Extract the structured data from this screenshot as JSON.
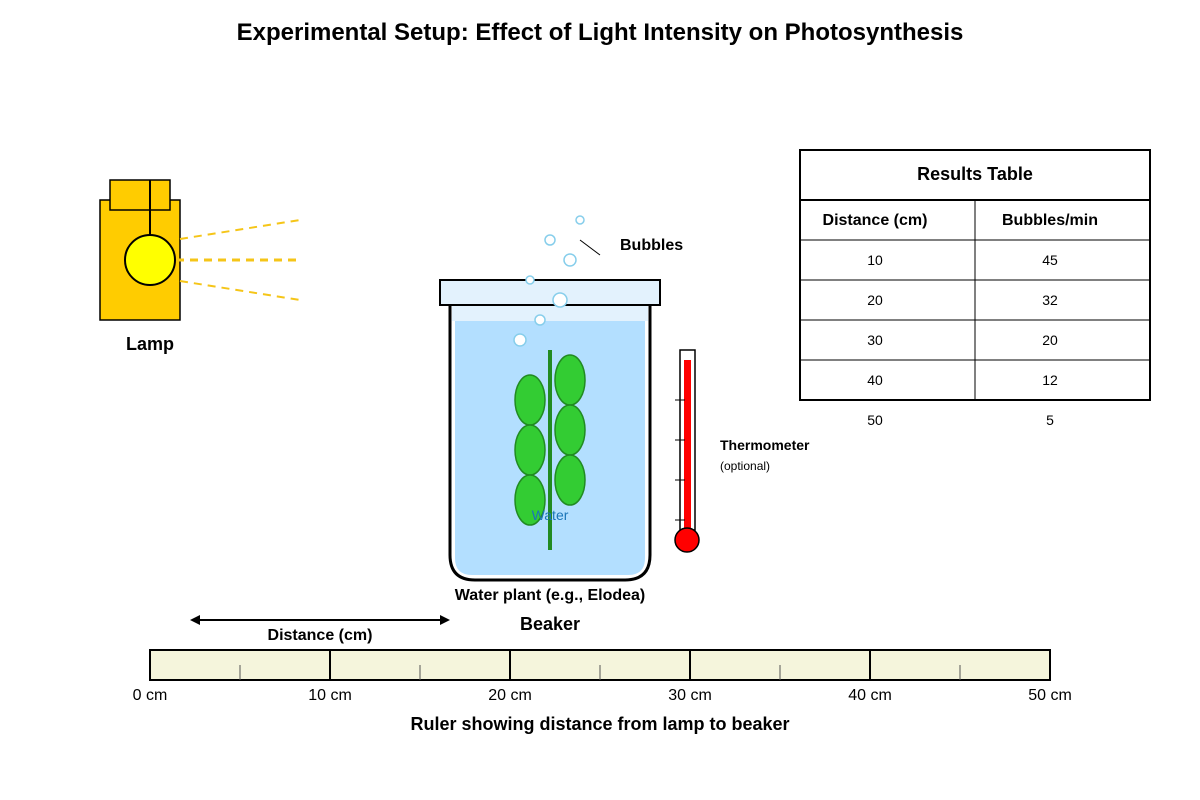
{
  "title": "Experimental Setup: Effect of Light Intensity on Photosynthesis",
  "lamp": {
    "label": "Lamp"
  },
  "bubbles": {
    "label": "Bubbles"
  },
  "beaker": {
    "label": "Beaker",
    "water_label": "Water"
  },
  "plant": {
    "label": "Water plant (e.g., Elodea)"
  },
  "thermometer": {
    "label": "Thermometer",
    "note": "(optional)"
  },
  "distance_arrow": {
    "label": "Distance (cm)"
  },
  "ruler": {
    "caption": "Ruler showing distance from lamp to beaker",
    "ticks": [
      "0 cm",
      "10 cm",
      "20 cm",
      "30 cm",
      "40 cm",
      "50 cm"
    ]
  },
  "results_table": {
    "title": "Results Table",
    "headers": [
      "Distance (cm)",
      "Bubbles/min"
    ],
    "rows": [
      [
        "10",
        "45"
      ],
      [
        "20",
        "32"
      ],
      [
        "30",
        "20"
      ],
      [
        "40",
        "12"
      ],
      [
        "50",
        "5"
      ]
    ]
  },
  "colors": {
    "lamp_body": "#ffcc00",
    "bulb": "#ffff00",
    "light_ray": "#f5c518",
    "water": "#b3dfff",
    "beaker_lid": "#e3f2fd",
    "leaf": "#33cc33",
    "stem": "#228b22",
    "bubble_stroke": "#87ceeb",
    "thermometer_fluid": "#ff0000",
    "ruler_fill": "#f5f5dc",
    "water_label": "#1a75b8"
  }
}
